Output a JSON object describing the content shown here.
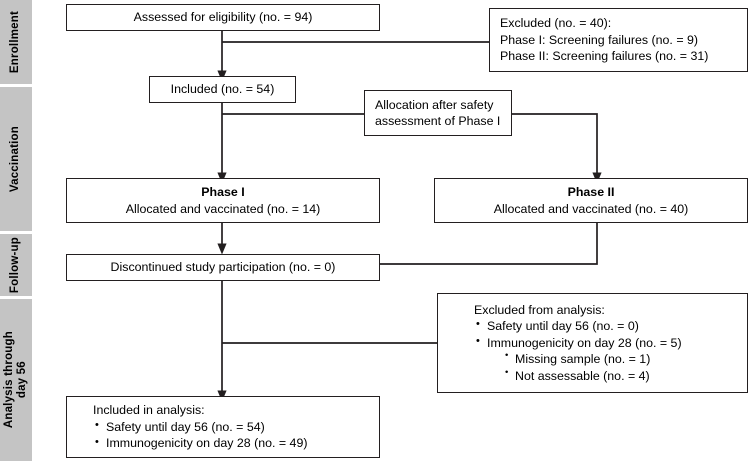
{
  "figure": {
    "type": "consort-flow-diagram",
    "line_color": "#231f20",
    "band_color": "#c4c4c4",
    "background": "#ffffff"
  },
  "bands": [
    {
      "id": "enrollment",
      "label": "Enrollment"
    },
    {
      "id": "vaccination",
      "label": "Vaccination"
    },
    {
      "id": "followup",
      "label": "Follow-up"
    },
    {
      "id": "analysis",
      "label": "Analysis through\nday 56"
    }
  ],
  "nodes": {
    "assessed": {
      "text": "Assessed for eligibility (no. = 94)"
    },
    "excluded": {
      "lines": [
        "Excluded (no. = 40):",
        "Phase I: Screening failures (no. = 9)",
        "Phase II: Screening failures (no. = 31)"
      ]
    },
    "included": {
      "text": "Included (no. = 54)"
    },
    "allocation": {
      "lines": [
        "Allocation after safety",
        "assessment of Phase I"
      ]
    },
    "phase1": {
      "title": "Phase I",
      "text": "Allocated and vaccinated (no. = 14)"
    },
    "phase2": {
      "title": "Phase II",
      "text": "Allocated and vaccinated (no. = 40)"
    },
    "discontinued": {
      "text": "Discontinued study participation (no. = 0)"
    },
    "excluded_analysis": {
      "heading": "Excluded from analysis:",
      "bullets": [
        {
          "text": "Safety until day 56 (no. = 0)",
          "sub": []
        },
        {
          "text": "Immunogenicity on day 28 (no. = 5)",
          "sub": [
            "Missing sample (no. = 1)",
            "Not assessable (no. = 4)"
          ]
        }
      ]
    },
    "included_analysis": {
      "heading": "Included in analysis:",
      "bullets": [
        {
          "text": "Safety until day 56 (no. = 54)",
          "sub": []
        },
        {
          "text": "Immunogenicity on day 28 (no. = 49)",
          "sub": []
        }
      ]
    }
  },
  "chart_data": {
    "type": "diagram",
    "title": "CONSORT participant flow diagram",
    "stages": [
      {
        "stage": "Enrollment",
        "items": [
          {
            "label": "Assessed for eligibility",
            "n": 94
          },
          {
            "label": "Excluded",
            "n": 40
          },
          {
            "label": "Phase I: Screening failures",
            "n": 9
          },
          {
            "label": "Phase II: Screening failures",
            "n": 31
          },
          {
            "label": "Included",
            "n": 54
          }
        ]
      },
      {
        "stage": "Vaccination",
        "items": [
          {
            "label": "Phase I allocated and vaccinated",
            "n": 14
          },
          {
            "label": "Phase II allocated and vaccinated",
            "n": 40
          }
        ]
      },
      {
        "stage": "Follow-up",
        "items": [
          {
            "label": "Discontinued study participation",
            "n": 0
          }
        ]
      },
      {
        "stage": "Analysis through day 56",
        "items": [
          {
            "label": "Excluded from analysis: Safety until day 56",
            "n": 0
          },
          {
            "label": "Excluded from analysis: Immunogenicity on day 28",
            "n": 5
          },
          {
            "label": "Missing sample",
            "n": 1
          },
          {
            "label": "Not assessable",
            "n": 4
          },
          {
            "label": "Included in analysis: Safety until day 56",
            "n": 54
          },
          {
            "label": "Included in analysis: Immunogenicity on day 28",
            "n": 49
          }
        ]
      }
    ]
  }
}
